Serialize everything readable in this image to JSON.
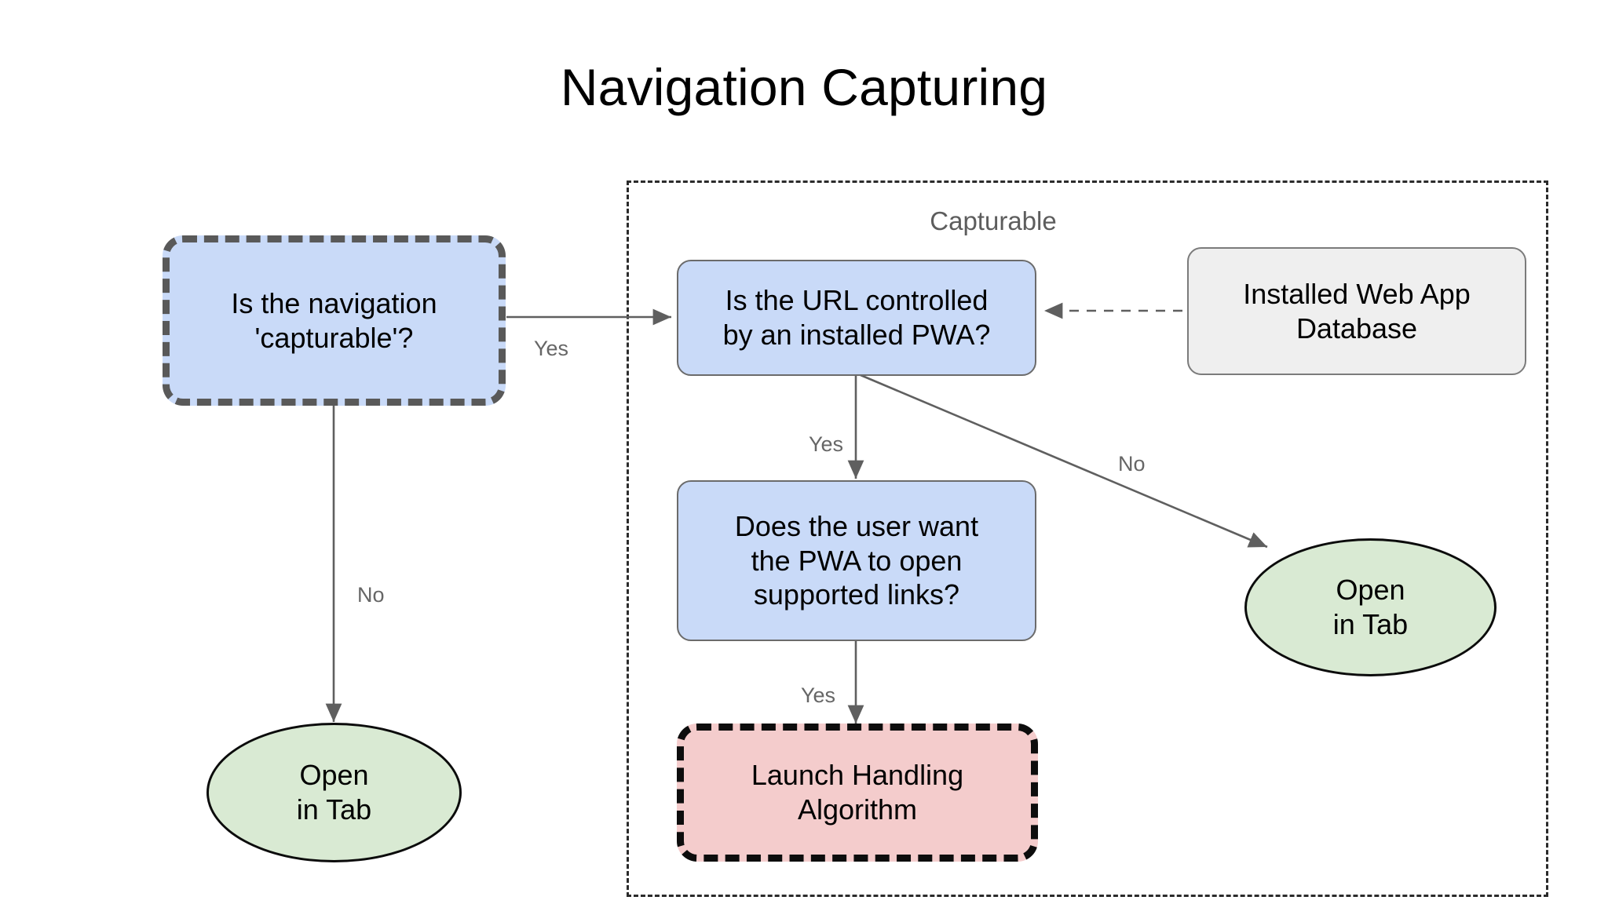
{
  "title": "Navigation Capturing",
  "group": {
    "label": "Capturable"
  },
  "nodes": {
    "is_capturable": "Is the navigation\n'capturable'?",
    "is_url_controlled": "Is the URL controlled\nby an installed PWA?",
    "installed_db": "Installed Web App\nDatabase",
    "user_wants_pwa": "Does the user want\nthe PWA to open\nsupported links?",
    "launch_handling": "Launch Handling\nAlgorithm",
    "open_in_tab_left": "Open\nin Tab",
    "open_in_tab_right": "Open\nin Tab"
  },
  "edge_labels": {
    "capturable_yes": "Yes",
    "capturable_no": "No",
    "url_yes": "Yes",
    "url_no": "No",
    "user_yes": "Yes"
  },
  "colors": {
    "node_blue": "#c9daf8",
    "node_grey": "#efefef",
    "node_green": "#d9ead3",
    "node_pink": "#f4cccc",
    "edge_stroke": "#5f5f5f",
    "group_border": "#2b2b2b",
    "label_text": "#666666",
    "group_label_text": "#5d5d5d"
  },
  "chart_data": {
    "type": "diagram",
    "title": "Navigation Capturing",
    "nodes": [
      {
        "id": "is_capturable",
        "label": "Is the navigation 'capturable'?",
        "shape": "rounded-rect",
        "style": "dashed-grey",
        "fill": "#c9daf8"
      },
      {
        "id": "is_url_controlled",
        "label": "Is the URL controlled by an installed PWA?",
        "shape": "rounded-rect",
        "style": "solid",
        "fill": "#c9daf8"
      },
      {
        "id": "installed_db",
        "label": "Installed Web App Database",
        "shape": "rounded-rect",
        "style": "solid",
        "fill": "#efefef"
      },
      {
        "id": "user_wants_pwa",
        "label": "Does the user want the PWA to open supported links?",
        "shape": "rounded-rect",
        "style": "solid",
        "fill": "#c9daf8"
      },
      {
        "id": "launch_handling",
        "label": "Launch Handling Algorithm",
        "shape": "rounded-rect",
        "style": "dashed-black",
        "fill": "#f4cccc"
      },
      {
        "id": "open_in_tab_left",
        "label": "Open in Tab",
        "shape": "ellipse",
        "style": "solid",
        "fill": "#d9ead3"
      },
      {
        "id": "open_in_tab_right",
        "label": "Open in Tab",
        "shape": "ellipse",
        "style": "solid",
        "fill": "#d9ead3"
      }
    ],
    "edges": [
      {
        "from": "is_capturable",
        "to": "is_url_controlled",
        "label": "Yes",
        "style": "solid"
      },
      {
        "from": "is_capturable",
        "to": "open_in_tab_left",
        "label": "No",
        "style": "solid"
      },
      {
        "from": "is_url_controlled",
        "to": "user_wants_pwa",
        "label": "Yes",
        "style": "solid"
      },
      {
        "from": "is_url_controlled",
        "to": "open_in_tab_right",
        "label": "No",
        "style": "solid"
      },
      {
        "from": "user_wants_pwa",
        "to": "launch_handling",
        "label": "Yes",
        "style": "solid"
      },
      {
        "from": "installed_db",
        "to": "is_url_controlled",
        "label": "",
        "style": "dashed"
      }
    ],
    "groups": [
      {
        "label": "Capturable",
        "members": [
          "is_url_controlled",
          "installed_db",
          "user_wants_pwa",
          "launch_handling",
          "open_in_tab_right"
        ]
      }
    ]
  }
}
